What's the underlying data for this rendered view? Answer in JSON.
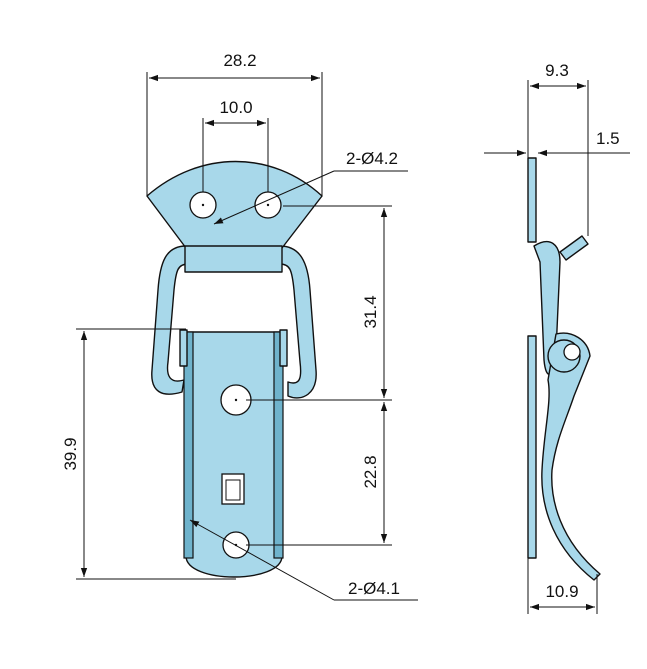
{
  "dimensions": {
    "overall_width": "28.2",
    "hole_spacing": "10.0",
    "top_holes": "2-Ø4.2",
    "upper_height": "31.4",
    "lower_height": "22.8",
    "body_length": "39.9",
    "bottom_holes": "2-Ø4.1",
    "side_top": "9.3",
    "thickness": "1.5",
    "side_bottom": "10.9"
  },
  "colors": {
    "metal": "#a8d8ea",
    "metal_shadow": "#6fb3cc",
    "line": "#111111"
  }
}
